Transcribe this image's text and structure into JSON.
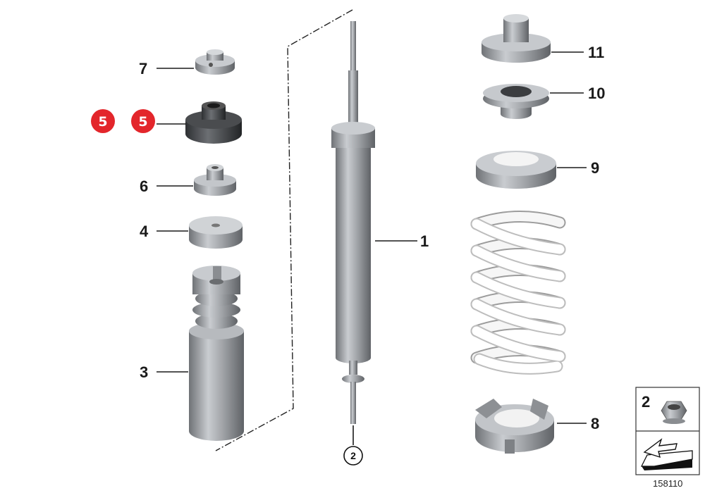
{
  "callouts": {
    "shock": "1",
    "nut_ref": "2",
    "bump_stop": "3",
    "cup": "4",
    "mount": "5",
    "washer": "6",
    "nut_top": "7",
    "spring_seat_lower": "8",
    "spring_pad_upper": "9",
    "support_bearing": "10",
    "cap": "11"
  },
  "badges": [
    "5",
    "5"
  ],
  "legend": {
    "nut_label": "2"
  },
  "diagram_id": "158110",
  "colors": {
    "badge": "#e3262b",
    "part_grey": "#9a9da1",
    "spring": "#f2f2f2"
  }
}
